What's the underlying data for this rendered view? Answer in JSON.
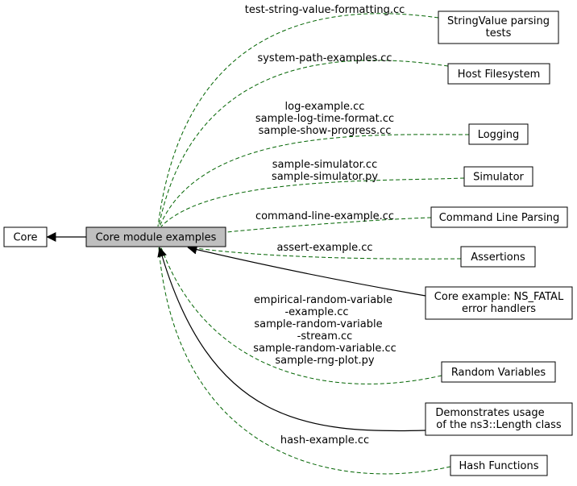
{
  "graph": {
    "nodes": {
      "core": "Core",
      "core_module_examples": "Core module examples",
      "stringvalue_parsing": [
        "StringValue parsing",
        "tests"
      ],
      "host_filesystem": "Host Filesystem",
      "logging": "Logging",
      "simulator": "Simulator",
      "command_line_parsing": "Command Line Parsing",
      "assertions": "Assertions",
      "ns_fatal": [
        "Core example: NS_FATAL",
        "error handlers"
      ],
      "random_variables": "Random Variables",
      "length_class": [
        "Demonstrates usage",
        "of the ns3::Length class"
      ],
      "hash_functions": "Hash Functions"
    },
    "edge_labels": {
      "stringvalue_parsing": [
        "test-string-value-formatting.cc"
      ],
      "host_filesystem": [
        "system-path-examples.cc"
      ],
      "logging": [
        "log-example.cc",
        "sample-log-time-format.cc",
        "sample-show-progress.cc"
      ],
      "simulator": [
        "sample-simulator.cc",
        "sample-simulator.py"
      ],
      "command_line_parsing": [
        "command-line-example.cc"
      ],
      "assertions": [
        "assert-example.cc"
      ],
      "random_variables": [
        "empirical-random-variable",
        "-example.cc",
        "sample-random-variable",
        "-stream.cc",
        "sample-random-variable.cc",
        "sample-rng-plot.py"
      ],
      "hash_functions": [
        "hash-example.cc"
      ]
    }
  }
}
